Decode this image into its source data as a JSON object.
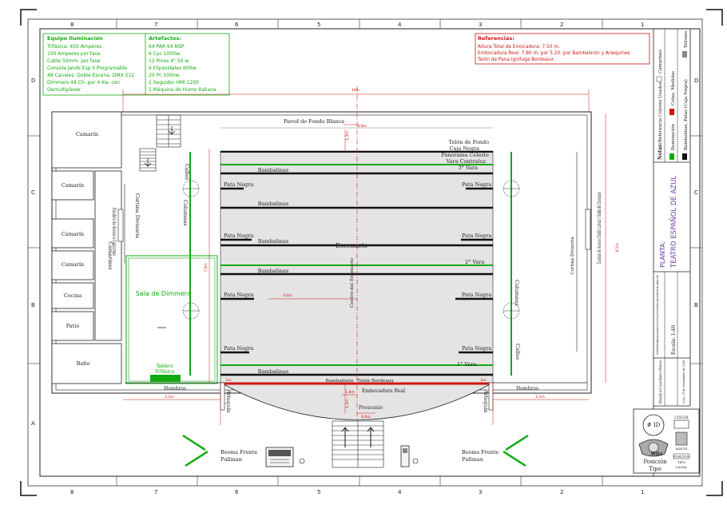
{
  "frame": {
    "columns": [
      "8",
      "7",
      "6",
      "5",
      "4",
      "3",
      "2",
      "1"
    ],
    "rows": [
      "D",
      "C",
      "B",
      "A"
    ]
  },
  "equipo": {
    "title": "Equipo Iluminación",
    "lines": [
      "Trifásica: 450 Amperes.",
      "150 Amperes por fase",
      "Cable 50mm. por fase",
      "Consola Jands Esp II Programable",
      "48 Canales. Doble Escena. DMX 512",
      "Dimmers 48 Ch. por 4 Kw. con",
      "Demultiplexer"
    ]
  },
  "artefactos": {
    "title": "Artefactos:",
    "lines": [
      "64 PAR 64 NSP",
      "6 Cyc 1000w.",
      "12 Pines 4\" 50 w.",
      "6 Elipsoidales 600w.",
      "20 Pc 1000w.",
      "1 Seguidor HMI 1200",
      "1 Máquina de Humo Italiana"
    ]
  },
  "referencias": {
    "title": "Referencias:",
    "lines": [
      "Altura Total de Emocadura: 7.50 m.",
      "Embocadura Real: 7.80 m. por 5.20. por Bambalinón y Arlequines",
      "Telón de Pana Ignífuga Bordeaux"
    ]
  },
  "notes": {
    "header": "Notas:",
    "ref_colores": "Referencia Colores Usados",
    "camarines": "Camarines",
    "cotas": "Cotas, Medidas",
    "iluminacion": "Iluminación",
    "bambalinas": "Bambalinas, Patas (Caja Negra)",
    "telones": "Telones"
  },
  "title_block": {
    "planta": "PLANTA:",
    "teatro": "TEATRO ESPAÑOL DE AZUL",
    "copyright": "Este plano ha sido dibujado por Juan Ignacio Mouesca (JIM) y no puede ser mostrado, copiado o reproducido sin su permiso escrito.",
    "escala": "Escala: 1:40",
    "dibujado": "Dibujado por: Juan Ignacio Mouesca",
    "fecha": "Cont. 31 de Septiembre de 2006"
  },
  "legend": {
    "id": "# ID",
    "color": "COLOR",
    "watts": "WATTS",
    "posicion": "Posición",
    "tipo": "Tipo",
    "canal": "CANAL",
    "posicion_small": "POSICION",
    "tipo_small": "TIPO",
    "wits": "Wits"
  },
  "plan": {
    "pared": "Pared de Fondo Blanca",
    "telon_fondo": "Telón de Fondo",
    "caja_negra": "Caja Negra",
    "panorama": "Panorama Celeste",
    "vara_contraluz": "Vara Contraluz",
    "vara3": "3° Vara",
    "vara2": "2° Vara",
    "vara1": "1° Vara",
    "bambalinas": "Bambalinas",
    "pata_negra": "Pata Negra",
    "escenario": "Escenario",
    "centro": "Centro del Escenario",
    "bambalinon": "Bambalinón",
    "telon_bordeaux": "Telón Bordeaux",
    "embocadura": "Embocadura Real",
    "proscenio": "Proscenio",
    "hombros": "Hombros",
    "arlequin": "Arlequín",
    "calles": "Calles",
    "columnas": "Columnas",
    "cortina": "Cortina Divisoria",
    "escalera_camarines": "Escalera de Acceso a Camarines",
    "escalera_pasillo": "Escalera de Acceso a Pasillo Lateral y Salida del Escenario",
    "camarin": "Camarín",
    "camarines": "Camarines",
    "cocina": "Cocina",
    "patio": "Patio",
    "bano": "Baño",
    "sala_dimmers": "Sala de Dimmers",
    "tablero": "Tablero",
    "trifasico": "Trifásico",
    "booms": "Booms Frente",
    "pullman": "Pullman"
  },
  "dimensions": {
    "d16m": "16m",
    "d89m": "8,9m",
    "d13m": "1,3m",
    "d81m": "8,1m",
    "d75m": "7,5m",
    "d44m": "4,4m",
    "d21m": "2,1m",
    "d18m": "1,8m",
    "d88m": "8,8m",
    "d1m": "1m"
  },
  "colors": {
    "green": "#11aa11",
    "red": "#d01515",
    "darkred": "#8b0000",
    "black": "#111111",
    "stage": "#e4e4e4",
    "purple": "#6a3aa8"
  }
}
